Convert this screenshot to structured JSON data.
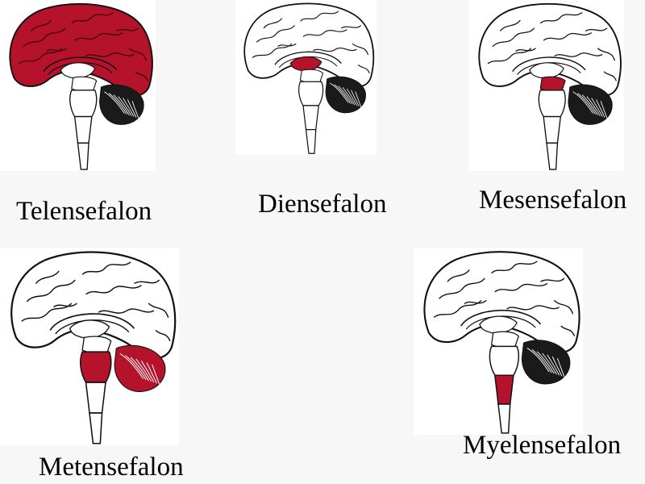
{
  "colors": {
    "highlight": "#b5122b",
    "line": "#111111",
    "background": "#f7f7f7"
  },
  "panels": [
    {
      "id": "tel",
      "label": "Telensefalon",
      "highlight_region": "cerebrum"
    },
    {
      "id": "die",
      "label": "Diensefalon",
      "highlight_region": "thalamus"
    },
    {
      "id": "mes",
      "label": "Mesensefalon",
      "highlight_region": "midbrain"
    },
    {
      "id": "met",
      "label": "Metensefalon",
      "highlight_region": "pons-cerebellum"
    },
    {
      "id": "mye",
      "label": "Myelensefalon",
      "highlight_region": "medulla"
    }
  ]
}
